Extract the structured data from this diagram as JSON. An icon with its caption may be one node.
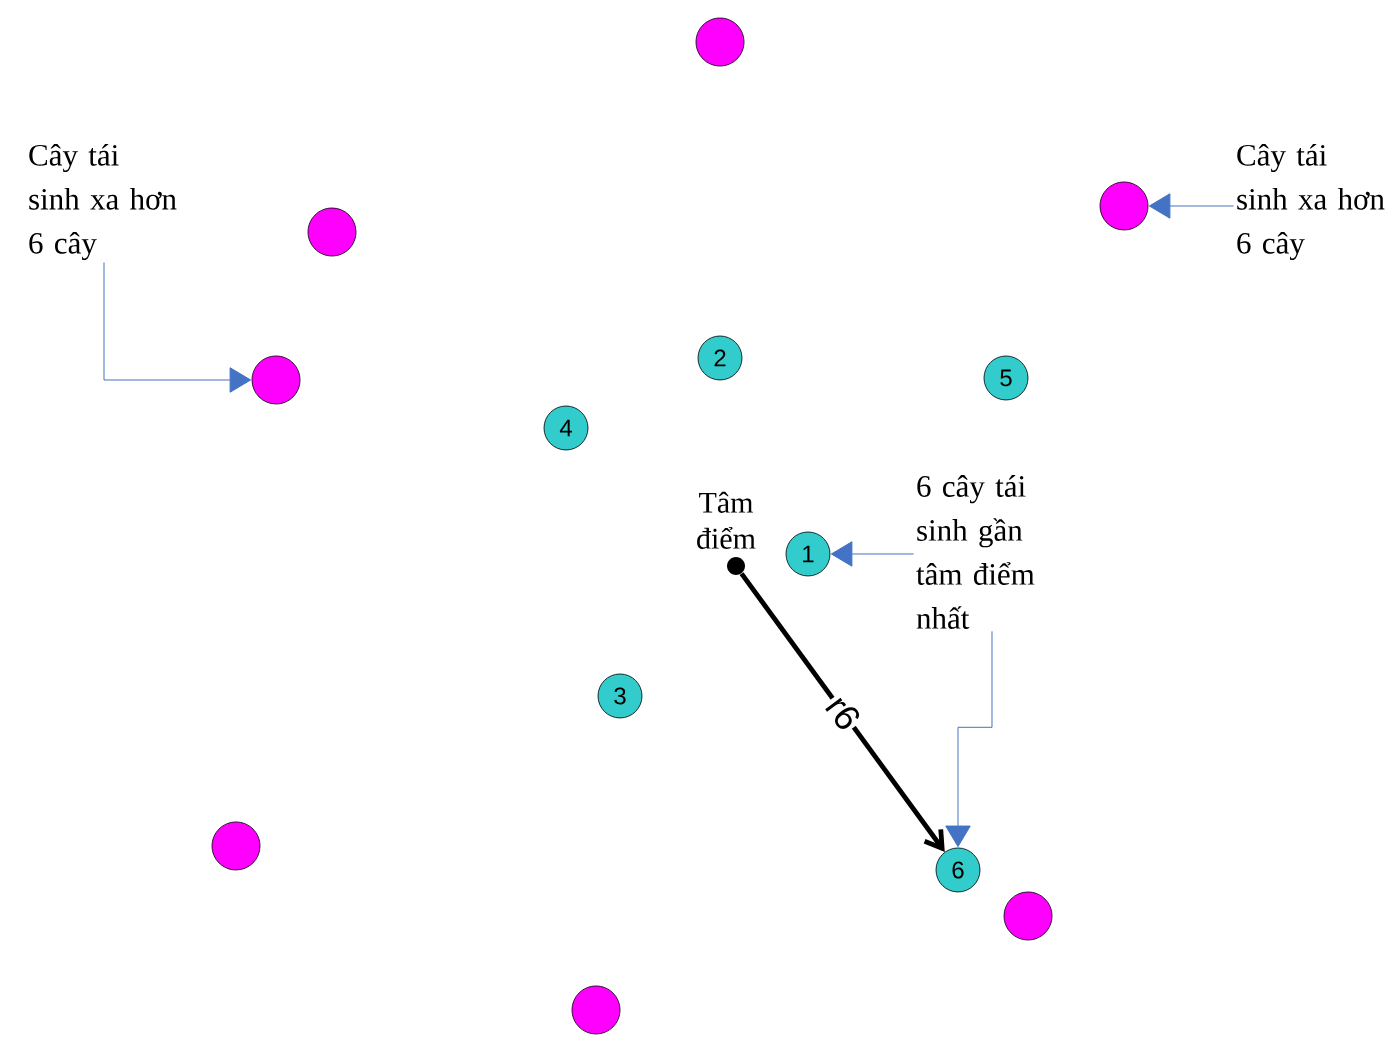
{
  "diagram": {
    "nodes": [
      {
        "text": [],
        "shape": "circle"
      },
      {
        "text": [
          "Cây tái sinh xa hơn 6 cây"
        ]
      },
      {
        "text": [],
        "shape": "circle"
      },
      {
        "text": [
          "Cây tái sinh xa hơn 6 cây"
        ]
      },
      {
        "text": [],
        "shape": "circle"
      },
      {
        "text": [
          "2"
        ]
      },
      {
        "text": [],
        "shape": "circle"
      },
      {
        "text": [
          "5"
        ]
      },
      {
        "text": [
          "4"
        ]
      },
      {
        "text": [
          "Tâm điểm"
        ]
      },
      {
        "text": [
          "1"
        ]
      },
      {
        "text": [
          "6 cây tái sinh gần tâm điểm nhất"
        ]
      },
      {
        "text": [
          "3"
        ]
      },
      {
        "text": [],
        "shape": "circle"
      },
      {
        "text": [
          "6"
        ]
      },
      {
        "text": [],
        "shape": "circle"
      },
      {
        "text": [],
        "shape": "circle"
      }
    ],
    "edges": [
      {
        "from": 1,
        "to": 6,
        "arrow": "to"
      },
      {
        "from": 3,
        "to": 2,
        "arrow": "to"
      },
      {
        "from": 11,
        "to": 10,
        "arrow": "to"
      },
      {
        "from": 11,
        "to": 14,
        "arrow": "to"
      },
      {
        "from": 9,
        "to": 14,
        "arrow": "to",
        "label": "r6",
        "style": "thick",
        "color": "#000000"
      }
    ]
  }
}
